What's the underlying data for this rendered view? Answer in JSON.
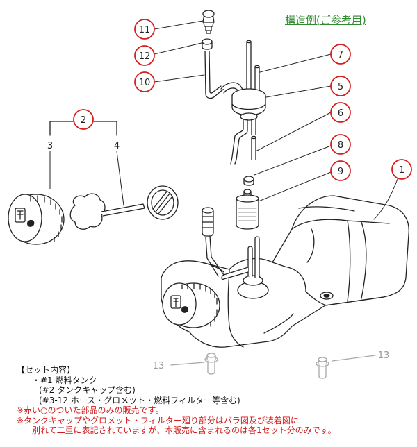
{
  "title": "構造例(ご参考用)",
  "colors": {
    "callout_ring": "#d62020",
    "title_text": "#2f8a2f",
    "note_red": "#d11a1a",
    "outline": "#222222",
    "faded": "#a8a8a8"
  },
  "callouts": [
    {
      "num": "11"
    },
    {
      "num": "12"
    },
    {
      "num": "10"
    },
    {
      "num": "7"
    },
    {
      "num": "5"
    },
    {
      "num": "2"
    },
    {
      "num": "6"
    },
    {
      "num": "8"
    },
    {
      "num": "9"
    },
    {
      "num": "1"
    }
  ],
  "labels": {
    "part3": "3",
    "part4": "4",
    "part13_left": "13",
    "part13_right": "13"
  },
  "notes": {
    "heading": "【セット内容】",
    "item1": "・#1 燃料タンク",
    "item1_sub1": "(#2 タンクキャップ含む)",
    "item1_sub2": "(#3-12 ホース・グロメット・燃料フィルター等含む)",
    "red1": "※赤い○のついた部品のみの販売です。",
    "red2": "※タンクキャップやグロメット・フィルター廻り部分はバラ図及び装着図に",
    "red3": "別れて二重に表記されていますが、本販売に含まれるのは各1セット分のみです。"
  }
}
